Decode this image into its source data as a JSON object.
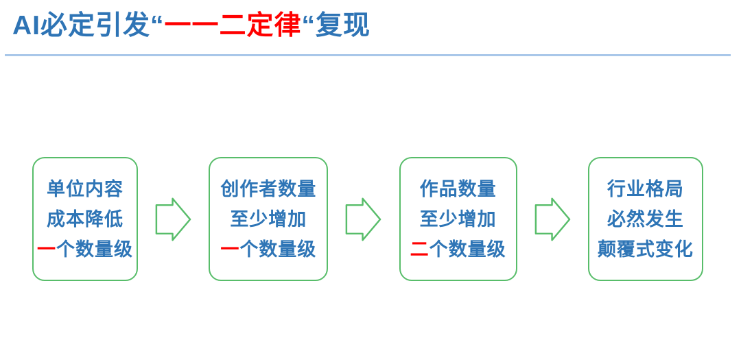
{
  "slide": {
    "title": {
      "part1": "AI必定引发“",
      "part2": "一一二定律",
      "part3": "“复现"
    },
    "colors": {
      "title_blue": "#2E74B5",
      "box_text_blue": "#2E75B6",
      "highlight_red": "#FF0000",
      "box_border_green": "#58BD6A",
      "divider_blue": "#A9C7E9"
    },
    "boxes": [
      {
        "line1": "单位内容",
        "line2": "成本降低",
        "line3_highlight": "一",
        "line3_rest": "个数量级"
      },
      {
        "line1": "创作者数量",
        "line2": "至少增加",
        "line3_highlight": "一",
        "line3_rest": "个数量级"
      },
      {
        "line1": "作品数量",
        "line2": "至少增加",
        "line3_highlight": "二",
        "line3_rest": "个数量级"
      },
      {
        "line1": "行业格局",
        "line2": "必然发生",
        "line3_highlight": "",
        "line3_rest": "颠覆式变化"
      }
    ]
  }
}
